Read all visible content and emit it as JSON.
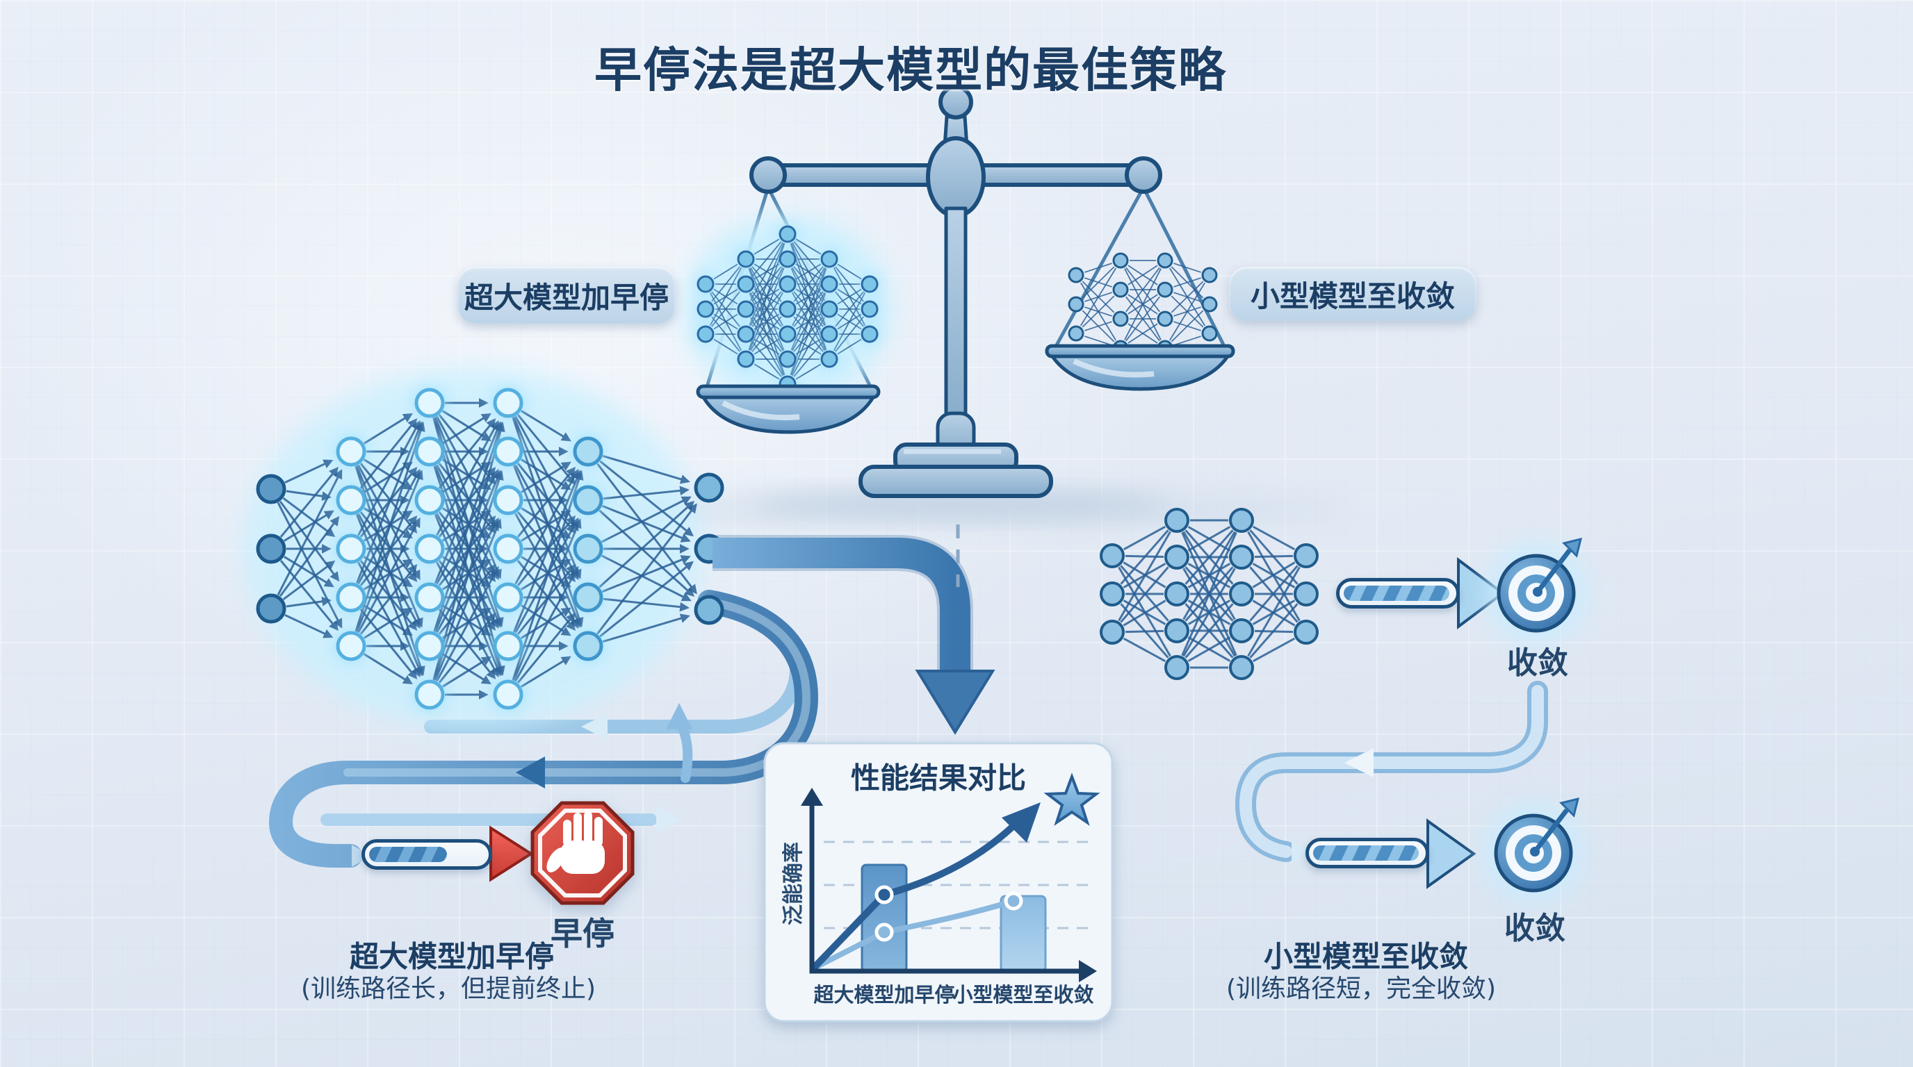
{
  "title": "早停法是超大模型的最佳策略",
  "balance": {
    "left_label": "超大模型加早停",
    "right_label": "小型模型至收敛"
  },
  "left_flow": {
    "stop_label": "早停",
    "caption": "超大模型加早停",
    "caption_note": "(训练路径长，但提前终止)"
  },
  "right_flow": {
    "converge_label_top": "收敛",
    "converge_label_bottom": "收敛",
    "caption": "小型模型至收敛",
    "caption_note": "(训练路径短，完全收敛)"
  },
  "chart": {
    "title": "性能结果对比",
    "ylabel": "泛能确率",
    "xlabel_left": "超大模型加早停",
    "xlabel_right": "小型模型至收敛"
  },
  "chart_data": {
    "type": "bar",
    "title": "性能结果对比",
    "ylabel": "泛能确率",
    "categories": [
      "超大模型加早停",
      "小型模型至收敛"
    ],
    "values": [
      0.62,
      0.44
    ],
    "series": [
      {
        "name": "趋势-超大模型加早停",
        "values": [
          0.45,
          0.95
        ],
        "style": "dark swoosh arrow to star"
      },
      {
        "name": "趋势-小型模型至收敛",
        "values": [
          0.23,
          0.42
        ],
        "style": "light line"
      }
    ],
    "ylim": [
      0,
      1
    ],
    "grid": "dashed horizontal x3",
    "annotations": [
      "star at top right of rising arrow"
    ]
  },
  "icons": {
    "stop_hand": "red octagon stop sign with white hand",
    "target": "blue bullseye with dart",
    "star": "blue five-point star",
    "scale": "balance scale weighing large glowing network vs small network"
  },
  "colors": {
    "navy_text": "#1c3e64",
    "steel_blue": "#2e6da4",
    "band_blue": "#4c87bb",
    "light_band": "#a9cfe9",
    "glow_cyan": "#c9f0ff",
    "stop_red": "#d9453c",
    "panel_bg": "#f1f6fb",
    "background": "#e3eaf4"
  }
}
